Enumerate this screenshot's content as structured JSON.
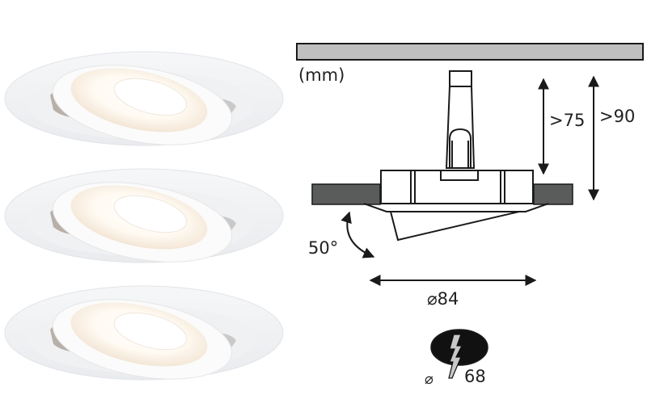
{
  "product": {
    "lamp_count": 3,
    "lamps": [
      {
        "label": "Recessed swivel spotlight 1"
      },
      {
        "label": "Recessed swivel spotlight 2"
      },
      {
        "label": "Recessed swivel spotlight 3"
      }
    ]
  },
  "diagram": {
    "unit_label": "(mm)",
    "depth_min_label": ">75",
    "depth_total_label": ">90",
    "tilt_angle_label": "50°",
    "outer_diameter_label": "⌀84",
    "cutout_diameter_symbol": "⌀",
    "cutout_diameter_value": "68",
    "colors": {
      "ceiling": "#bfbfbf",
      "ceiling_section": "#5a5c5b",
      "line": "#1a1a1a",
      "cutout": "#111111",
      "saw_blade": "#c8c8c8"
    }
  }
}
